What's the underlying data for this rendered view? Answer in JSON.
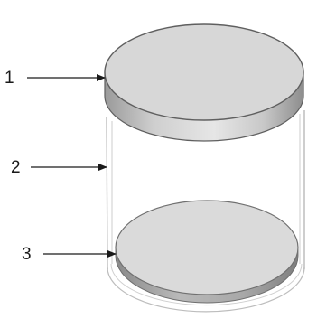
{
  "diagram": {
    "callouts": [
      {
        "label": "1",
        "target": "lid"
      },
      {
        "label": "2",
        "target": "transparent-cylinder-wall"
      },
      {
        "label": "3",
        "target": "base-disc"
      }
    ]
  }
}
